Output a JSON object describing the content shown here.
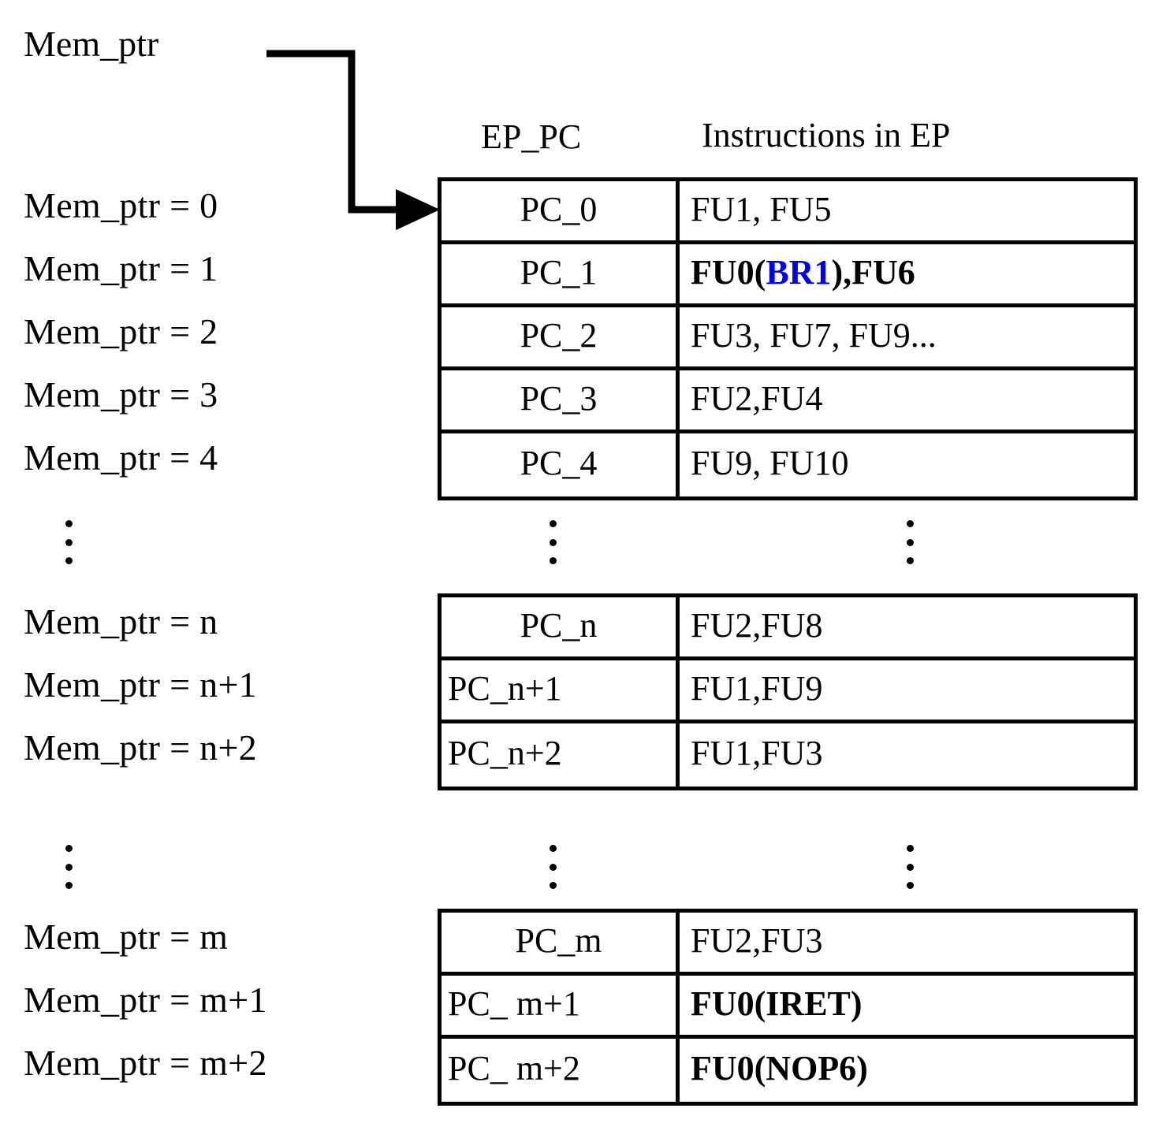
{
  "diagram": {
    "pointer_label": "Mem_ptr",
    "headers": {
      "pc_column": "EP_PC",
      "instruction_column": "Instructions in EP"
    },
    "accent_color": "#0000ee",
    "left_labels_block1": [
      "Mem_ptr = 0",
      "Mem_ptr = 1",
      "Mem_ptr = 2",
      "Mem_ptr = 3",
      "Mem_ptr = 4"
    ],
    "left_labels_block2": [
      "Mem_ptr = n",
      "Mem_ptr = n+1",
      "Mem_ptr = n+2"
    ],
    "left_labels_block3": [
      "Mem_ptr = m",
      "Mem_ptr = m+1",
      "Mem_ptr = m+2"
    ],
    "block1": [
      {
        "pc": "PC_0",
        "instr_pre": "FU1, FU5",
        "instr_accent": "",
        "instr_post": ""
      },
      {
        "pc": "PC_1",
        "instr_pre": "FU0(",
        "instr_accent": "BR1",
        "instr_post": "),FU6"
      },
      {
        "pc": "PC_2",
        "instr_pre": "FU3, FU7, FU9...",
        "instr_accent": "",
        "instr_post": ""
      },
      {
        "pc": "PC_3",
        "instr_pre": "FU2,FU4",
        "instr_accent": "",
        "instr_post": ""
      },
      {
        "pc": "PC_4",
        "instr_pre": "FU9, FU10",
        "instr_accent": "",
        "instr_post": ""
      }
    ],
    "block2": [
      {
        "pc": "PC_n",
        "instr_pre": "FU2,FU8",
        "instr_accent": "",
        "instr_post": ""
      },
      {
        "pc": "PC_n+1",
        "instr_pre": "FU1,FU9",
        "instr_accent": "",
        "instr_post": ""
      },
      {
        "pc": "PC_n+2",
        "instr_pre": "FU1,FU3",
        "instr_accent": "",
        "instr_post": ""
      }
    ],
    "block3": [
      {
        "pc": "PC_m",
        "instr_pre": "FU2,FU3",
        "instr_accent": "",
        "instr_post": ""
      },
      {
        "pc": "PC_ m+1",
        "instr_pre": "FU0(IRET)",
        "instr_accent": "",
        "instr_post": ""
      },
      {
        "pc": "PC_ m+2",
        "instr_pre": "FU0(NOP6)",
        "instr_accent": "",
        "instr_post": ""
      }
    ],
    "ellipsis_glyph": "vertical-ellipsis"
  }
}
